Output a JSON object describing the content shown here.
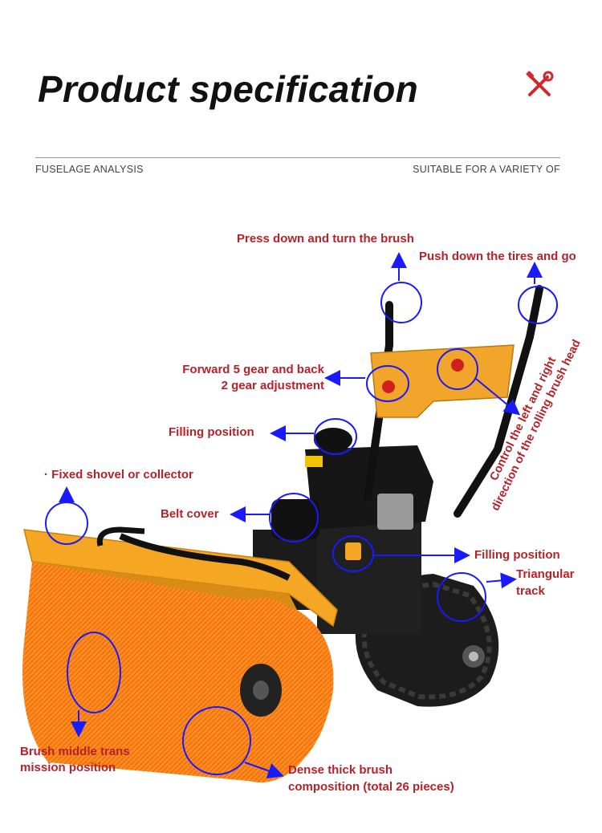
{
  "header": {
    "title": "Product specification",
    "left_caption": "FUSELAGE ANALYSIS",
    "right_caption": "SUITABLE FOR A VARIETY OF",
    "icon": "tools-icon"
  },
  "colors": {
    "label_red": "#b4232a",
    "marker_blue": "#1a1aff",
    "machine_orange": "#f5a623",
    "brush_orange": "#ff7f1a"
  },
  "callouts": {
    "press_brush": "Press down and turn the brush",
    "push_tires": "Push down the tires and go",
    "gear_line1": "Forward 5 gear and back",
    "gear_line2": "2 gear adjustment",
    "filling_top": "Filling position",
    "fixed_shovel": "· Fixed shovel or collector",
    "belt_cover": "Belt cover",
    "filling_right": "Filling position",
    "track_line1": "Triangular",
    "track_line2": "track",
    "brush_middle_line1": "Brush middle trans",
    "brush_middle_line2": "mission position",
    "dense_line1": "Dense thick brush",
    "dense_line2": "composition (total 26 pieces)",
    "control_line1": "Control the left and right",
    "control_line2": "direction of the rolling brush head"
  }
}
